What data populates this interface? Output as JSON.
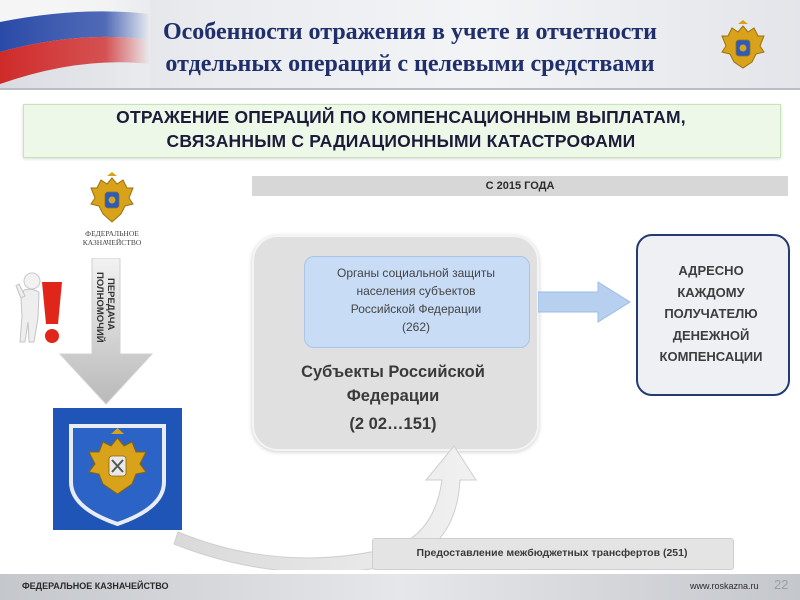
{
  "header": {
    "title_line1": "Особенности отражения в учете и отчетности",
    "title_line2": "отдельных операций с целевыми средствами"
  },
  "main": {
    "heading_line1": "ОТРАЖЕНИЕ ОПЕРАЦИЙ ПО КОМПЕНСАЦИОННЫМ ВЫПЛАТАМ,",
    "heading_line2": "СВЯЗАННЫМ С РАДИАЦИОННЫМИ КАТАСТРОФАМИ",
    "since_label": "С 2015 ГОДА"
  },
  "left": {
    "fk_line1": "ФЕДЕРАЛЬНОЕ",
    "fk_line2": "КАЗНАЧЕЙСТВО",
    "arrow_line1": "ПЕРЕДАЧА",
    "arrow_line2": "ПОЛНОМОЧИЙ"
  },
  "center": {
    "organs_line1": "Органы социальной защиты",
    "organs_line2": "населения субъектов",
    "organs_line3": "Российской Федерации",
    "organs_line4": "(262)",
    "subjects_line1": "Субъекты Российской",
    "subjects_line2": "Федерации",
    "subjects_code": "(2 02…151)"
  },
  "right": {
    "line1": "АДРЕСНО",
    "line2": "КАЖДОМУ",
    "line3": "ПОЛУЧАТЕЛЮ",
    "line4": "ДЕНЕЖНОЙ",
    "line5": "КОМПЕНСАЦИИ"
  },
  "bottom": {
    "transfers": "Предоставление межбюджетных трансфертов (251)"
  },
  "footer": {
    "left": "ФЕДЕРАЛЬНОЕ КАЗНАЧЕЙСТВО",
    "right": "www.roskazna.ru",
    "page": "22"
  },
  "colors": {
    "title_blue": "#1f2f6b",
    "treasury_blue": "#1f55b7",
    "gold": "#d8a21a",
    "organs_blue": "#c8dcf6",
    "heading_green": "#eef8e8",
    "right_border": "#233b6e",
    "figure_red": "#e0251b"
  },
  "icons": [
    "russian-flag-icon",
    "eagle-emblem-icon",
    "red-exclamation-figure-icon",
    "down-arrow-icon",
    "right-arrow-icon",
    "curved-arrow-icon",
    "treasury-shield-icon"
  ]
}
